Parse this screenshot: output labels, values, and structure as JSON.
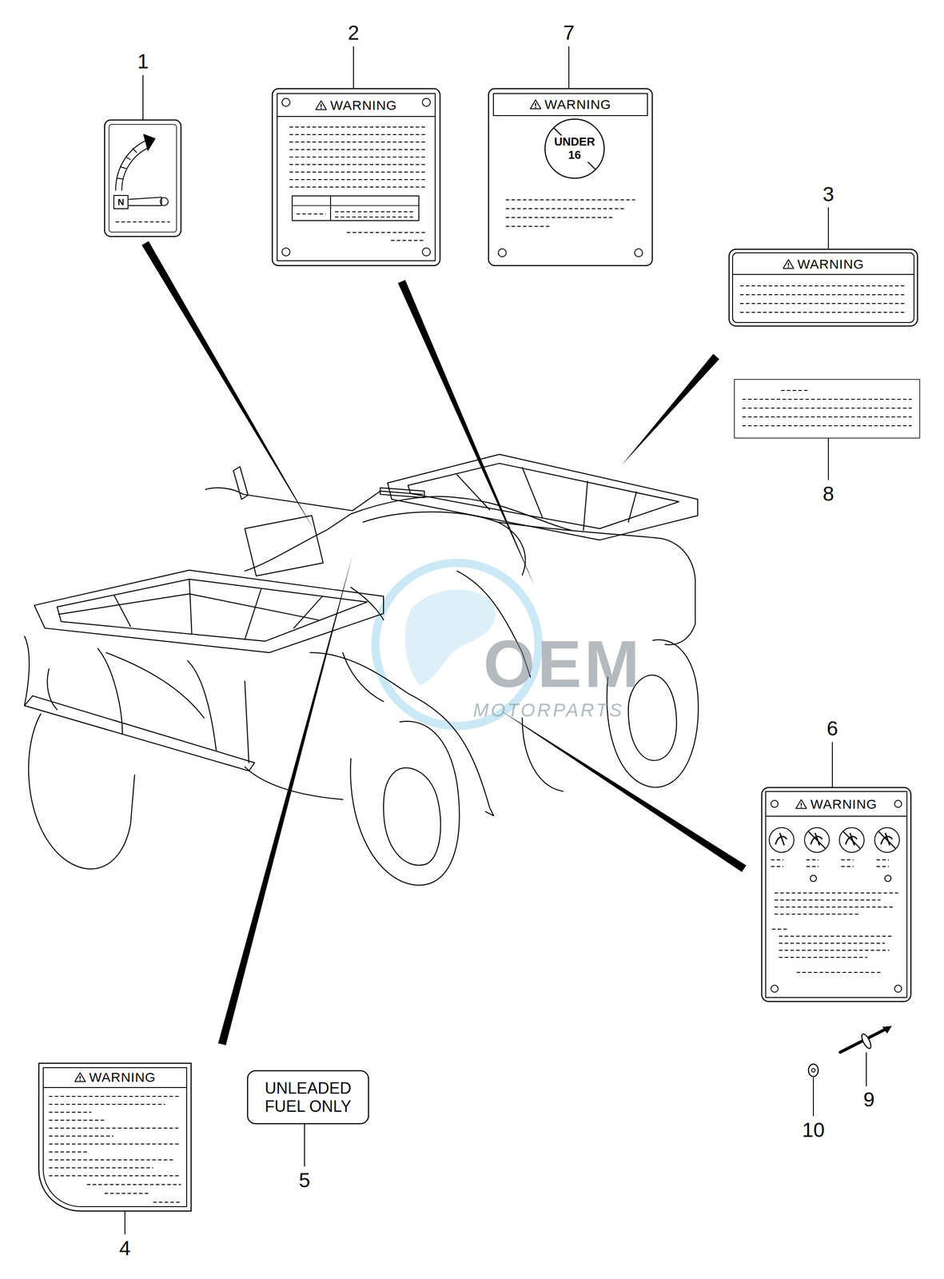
{
  "diagram": {
    "nodes": [
      {
        "text": [
          "WARNING"
        ]
      },
      {
        "text": [
          "WARNING"
        ]
      },
      {
        "text": [
          "UNDER 16"
        ],
        "in": 1
      },
      {
        "text": [
          "WARNING"
        ]
      },
      {
        "text": [
          "WARNING"
        ]
      },
      {
        "text": [
          "WARNING"
        ]
      },
      {
        "text": [
          "UNLEADED FUEL ONLY"
        ]
      }
    ],
    "labels": [
      "1",
      "2",
      "7",
      "3",
      "8",
      "6",
      "9",
      "10",
      "4",
      "5",
      "N",
      "OEM",
      "MOTORPARTS"
    ]
  }
}
